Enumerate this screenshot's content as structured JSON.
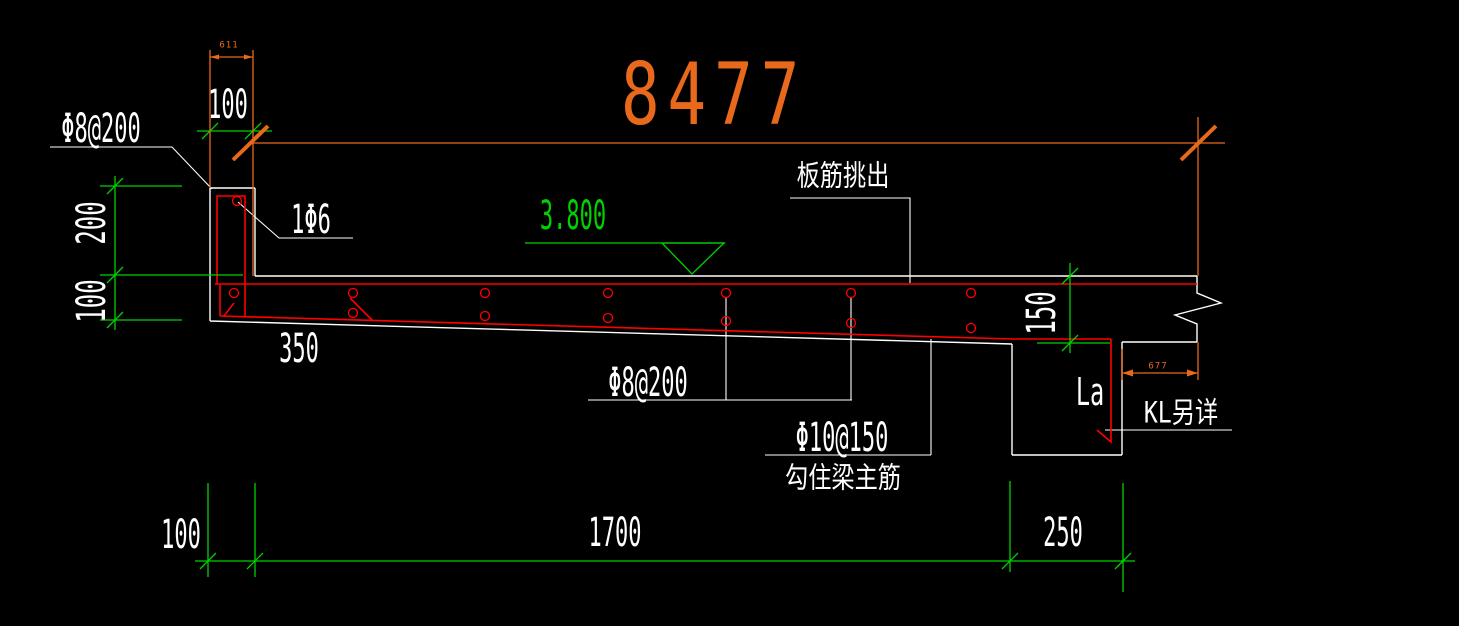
{
  "colors": {
    "background": "#000000",
    "structure": "#ffffff",
    "rebar": "#ff0000",
    "dimension_green": "#00d200",
    "dimension_orange": "#e8681c"
  },
  "dimensions": {
    "overall_span": "8477",
    "parapet_width": "100",
    "parapet_small_dim": "611",
    "left_upper_height": "200",
    "left_lower_height": "100",
    "slope_offset": "350",
    "right_slab_thickness": "150",
    "right_overhang": "677",
    "bottom_parapet": "100",
    "bottom_span": "1700",
    "bottom_beam_width": "250"
  },
  "annotations": {
    "top_rebar_label": "Φ8@200",
    "parapet_bar_label": "1Φ6",
    "level_value": "3.800",
    "slab_rebar_note": "板筋挑出",
    "distribution_rebar_label": "Φ8@200",
    "hook_rebar_label": "Φ10@150",
    "hook_rebar_note": "勾住梁主筋",
    "anchorage_label": "La",
    "beam_note": "KL另详"
  }
}
